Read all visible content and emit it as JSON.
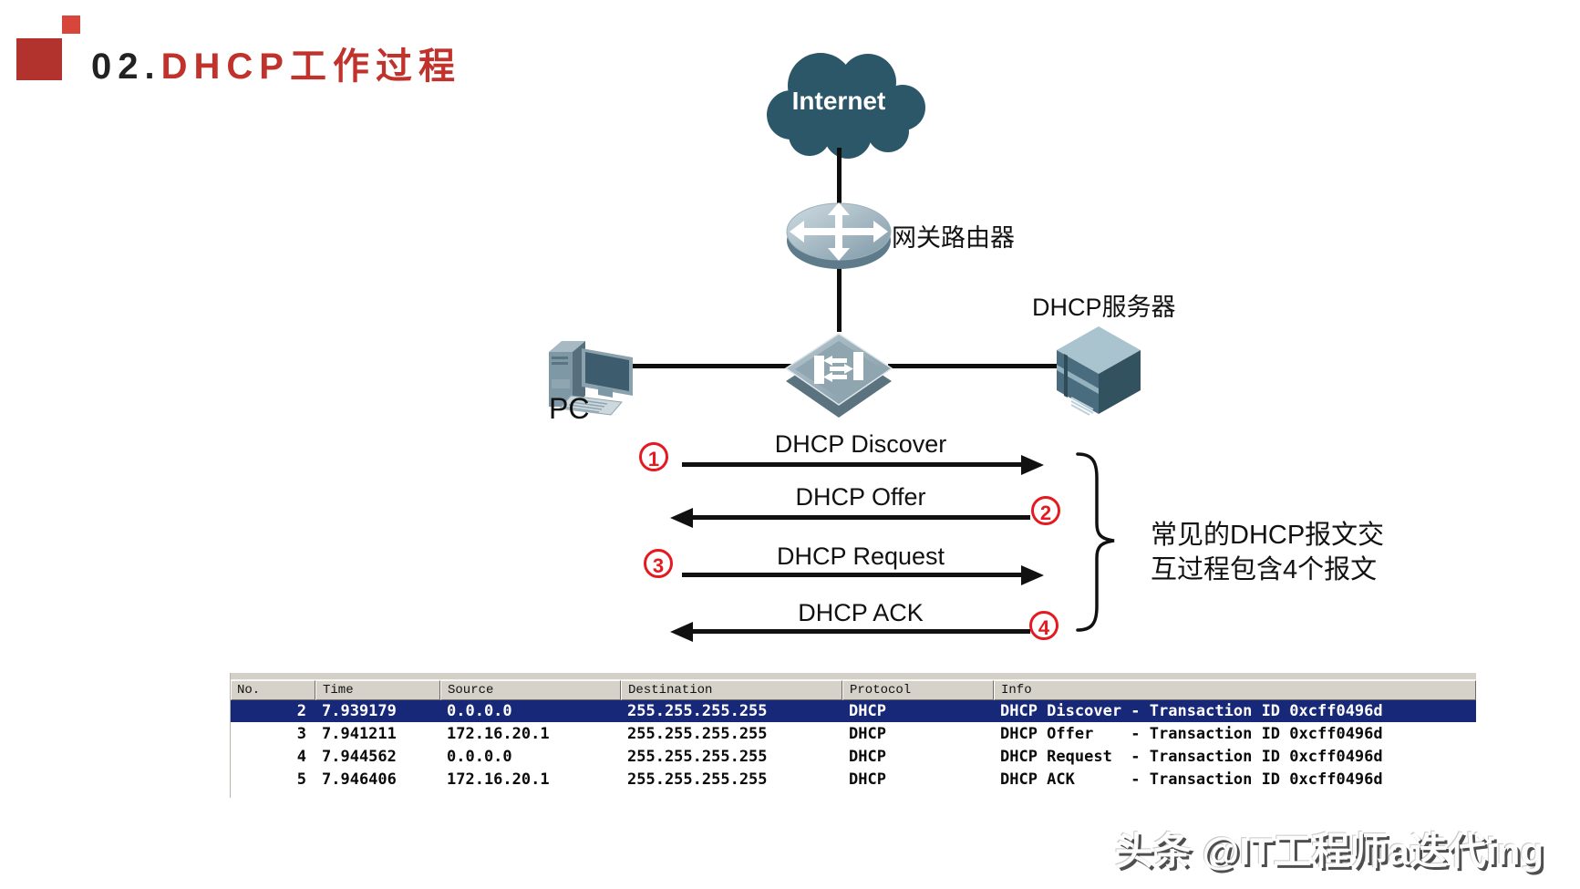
{
  "slide": {
    "title": {
      "prefix": "02.",
      "text": "DHCP工作过程"
    },
    "watermark": "头条 @IT工程师a迭代ing"
  },
  "diagram": {
    "internet": "Internet",
    "router_label": "网关路由器",
    "server_label": "DHCP服务器",
    "pc_label": "PC",
    "note_line1": "常见的DHCP报文交",
    "note_line2": "互过程包含4个报文",
    "messages": [
      {
        "num": "1",
        "label": "DHCP Discover",
        "direction": "right"
      },
      {
        "num": "2",
        "label": "DHCP Offer",
        "direction": "left"
      },
      {
        "num": "3",
        "label": "DHCP Request",
        "direction": "right"
      },
      {
        "num": "4",
        "label": "DHCP ACK",
        "direction": "left"
      }
    ]
  },
  "packet_table": {
    "columns": [
      "No.",
      "Time",
      "Source",
      "Destination",
      "Protocol",
      "Info"
    ],
    "rows": [
      {
        "no": "2",
        "time": "7.939179",
        "source": "0.0.0.0",
        "destination": "255.255.255.255",
        "protocol": "DHCP",
        "info": "DHCP Discover - Transaction ID 0xcff0496d",
        "selected": true
      },
      {
        "no": "3",
        "time": "7.941211",
        "source": "172.16.20.1",
        "destination": "255.255.255.255",
        "protocol": "DHCP",
        "info": "DHCP Offer    - Transaction ID 0xcff0496d",
        "selected": false
      },
      {
        "no": "4",
        "time": "7.944562",
        "source": "0.0.0.0",
        "destination": "255.255.255.255",
        "protocol": "DHCP",
        "info": "DHCP Request  - Transaction ID 0xcff0496d",
        "selected": false
      },
      {
        "no": "5",
        "time": "7.946406",
        "source": "172.16.20.1",
        "destination": "255.255.255.255",
        "protocol": "DHCP",
        "info": "DHCP ACK      - Transaction ID 0xcff0496d",
        "selected": false
      }
    ]
  },
  "colors": {
    "accent_red": "#c0322b",
    "circle_red": "#e5191f",
    "node_teal": "#2b5769",
    "selected_row_bg": "#182878",
    "table_header_bg": "#d6d2ca"
  }
}
